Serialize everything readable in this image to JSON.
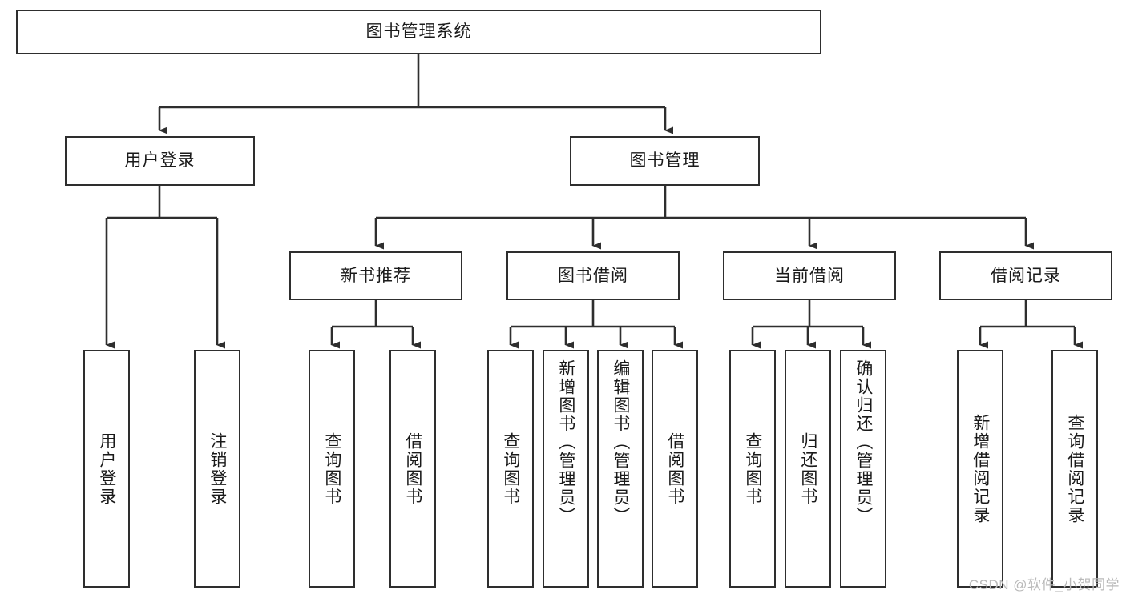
{
  "diagram": {
    "type": "tree-hierarchy-chart",
    "title": "图书管理系统",
    "colors": {
      "box_border": "#2e2e2e",
      "box_fill": "#ffffff",
      "connector": "#2e2e2e",
      "text": "#1a1a1a",
      "watermark": "#b9b9b9",
      "background": "#ffffff"
    },
    "root": {
      "label": "图书管理系统"
    },
    "level2": [
      {
        "label": "用户登录"
      },
      {
        "label": "图书管理"
      }
    ],
    "level3": [
      {
        "label": "新书推荐"
      },
      {
        "label": "图书借阅"
      },
      {
        "label": "当前借阅"
      },
      {
        "label": "借阅记录"
      }
    ],
    "leaves": {
      "user_login": [
        {
          "label": "用户登录"
        },
        {
          "label": "注销登录"
        }
      ],
      "new_book_recommend": [
        {
          "label": "查询图书"
        },
        {
          "label": "借阅图书"
        }
      ],
      "book_borrow": [
        {
          "label": "查询图书"
        },
        {
          "label": "新增图书（管理员）"
        },
        {
          "label": "编辑图书（管理员）"
        },
        {
          "label": "借阅图书"
        }
      ],
      "current_borrow": [
        {
          "label": "查询图书"
        },
        {
          "label": "归还图书"
        },
        {
          "label": "确认归还（管理员）"
        }
      ],
      "borrow_record": [
        {
          "label": "新增借阅记录"
        },
        {
          "label": "查询借阅记录"
        }
      ]
    }
  },
  "watermark": {
    "text": "CSDN @软件_小贺同学"
  }
}
